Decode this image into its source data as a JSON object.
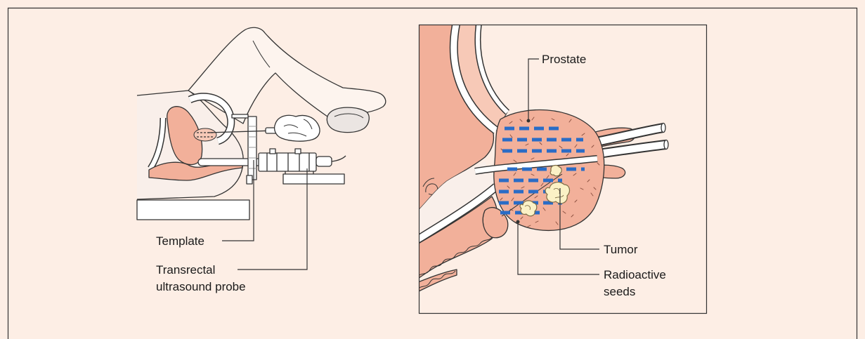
{
  "figure": {
    "left_panel": {
      "labels": {
        "template": "Template",
        "probe": [
          "Transrectal",
          "ultrasound probe"
        ]
      }
    },
    "right_panel": {
      "labels": {
        "prostate": "Prostate",
        "tumor": "Tumor",
        "seeds": [
          "Radioactive",
          "seeds"
        ]
      }
    }
  },
  "colors": {
    "background": "#fdeee5",
    "tissue": "#f2b09a",
    "tissue_light": "#f7c9b7",
    "seed": "#2a6cc6",
    "tumor": "#fbf1c6",
    "ink": "#333333",
    "paper": "#ffffff"
  }
}
